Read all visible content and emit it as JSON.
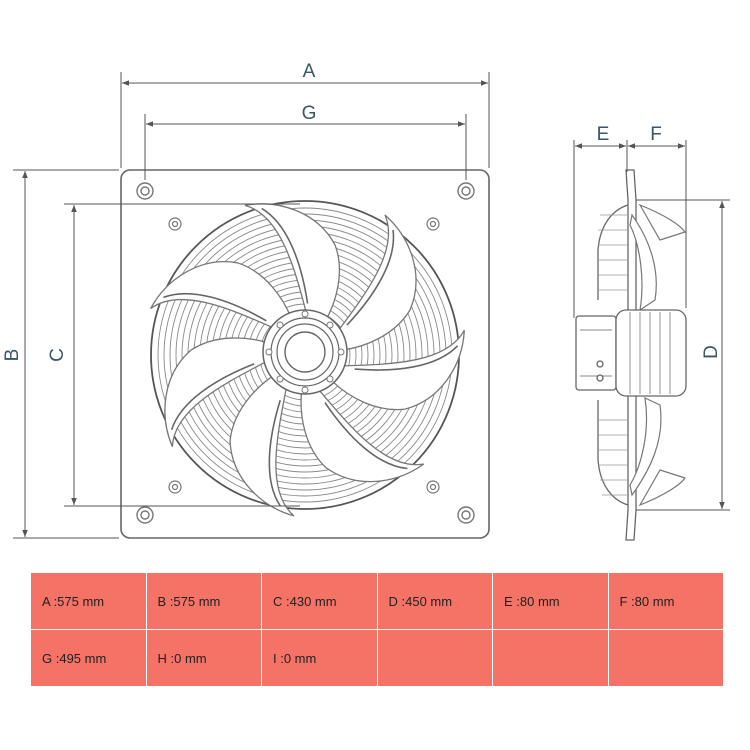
{
  "dimension_letters": {
    "a": "A",
    "b": "B",
    "c": "C",
    "d": "D",
    "e": "E",
    "f": "F",
    "g": "G"
  },
  "specs": [
    [
      "A :575 mm",
      "B :575 mm",
      "C :430 mm",
      "D :450 mm",
      "E :80 mm",
      "F :80 mm"
    ],
    [
      "G :495 mm",
      "H :0 mm",
      "I :0 mm",
      "",
      "",
      ""
    ]
  ],
  "colors": {
    "table_fill": "#f47266",
    "line": "#555555",
    "dimension_text": "#3b5566"
  }
}
